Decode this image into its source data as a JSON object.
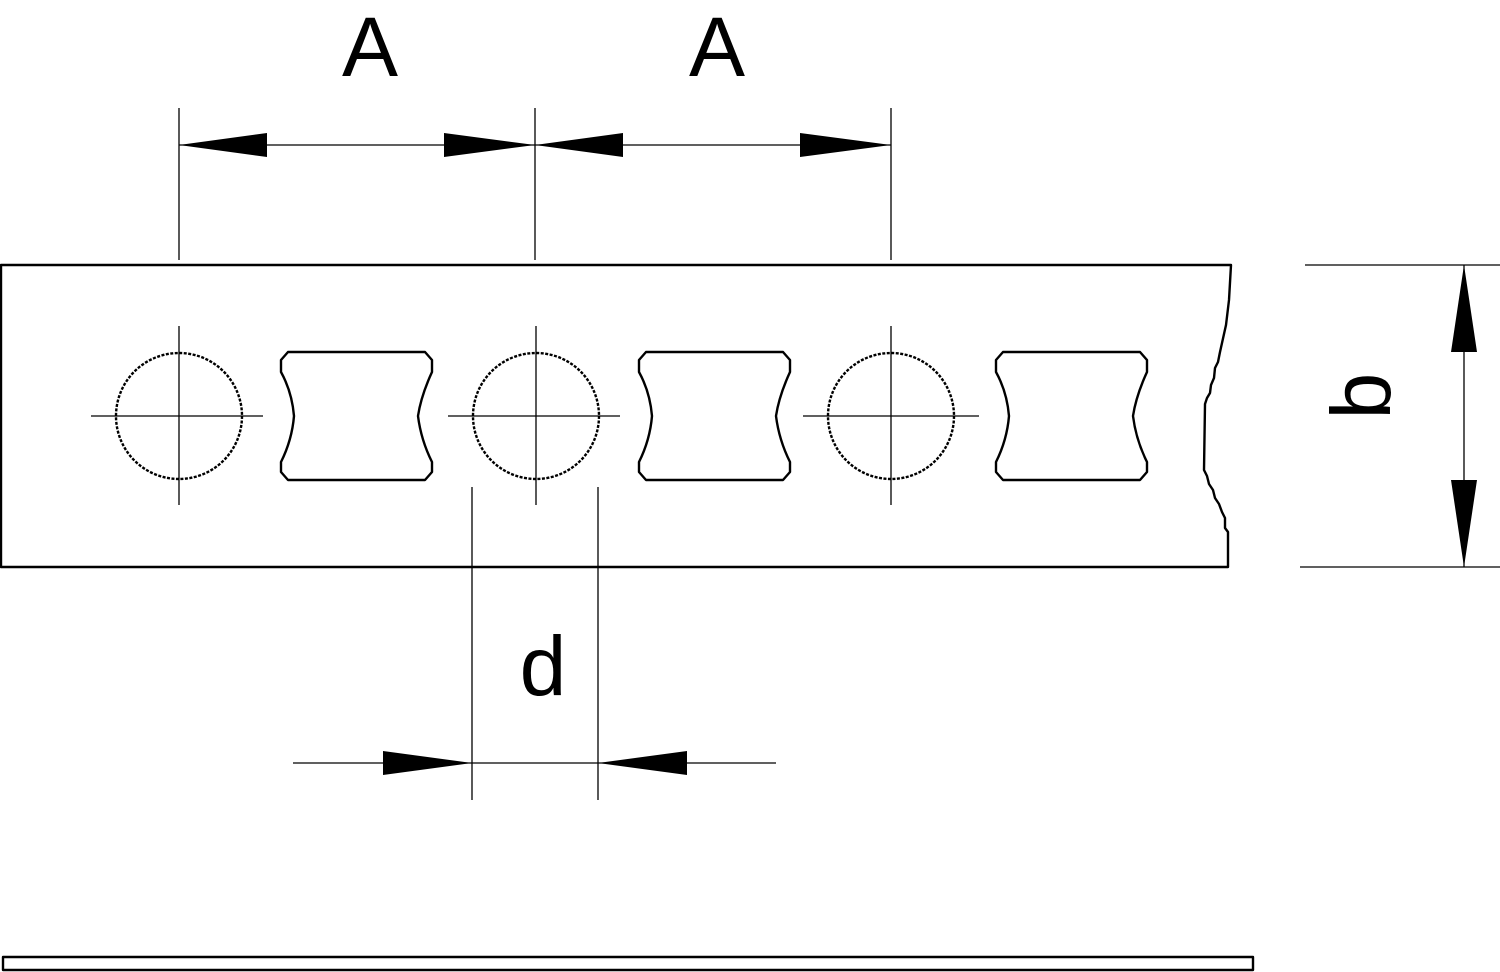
{
  "labels": {
    "pitch_left": "A",
    "pitch_right": "A",
    "width": "b",
    "hole_diameter": "d"
  },
  "colors": {
    "line": "#000000",
    "background": "#ffffff"
  }
}
